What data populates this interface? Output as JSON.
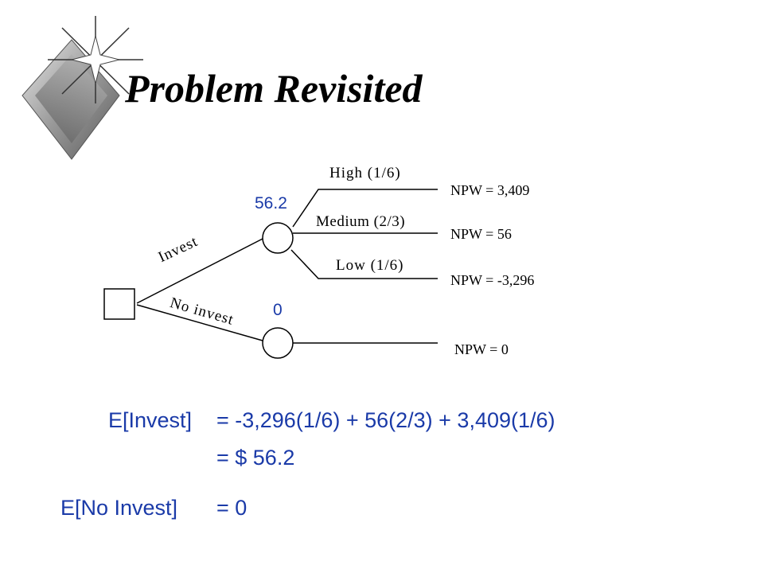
{
  "slide": {
    "title": "Problem Revisited"
  },
  "tree": {
    "decision_branches": [
      {
        "label": "Invest"
      },
      {
        "label": "No invest"
      }
    ],
    "chance_nodes": [
      {
        "expected_value": "56.2"
      },
      {
        "expected_value": "0"
      }
    ],
    "outcomes": [
      {
        "label": "High  (1/6)",
        "payoff": "NPW = 3,409"
      },
      {
        "label": "Medium (2/3)",
        "payoff": "NPW = 56"
      },
      {
        "label": "Low  (1/6)",
        "payoff": "NPW = -3,296"
      },
      {
        "label": "",
        "payoff": "NPW = 0"
      }
    ]
  },
  "equations": {
    "invest_lhs": "E[Invest]",
    "invest_rhs": "= -3,296(1/6) + 56(2/3) + 3,409(1/6)",
    "invest_result": "=  $ 56.2",
    "no_invest_lhs": "E[No Invest]",
    "no_invest_rhs": "= 0"
  },
  "colors": {
    "accent_text": "#1a3aa8",
    "line": "#000000"
  }
}
